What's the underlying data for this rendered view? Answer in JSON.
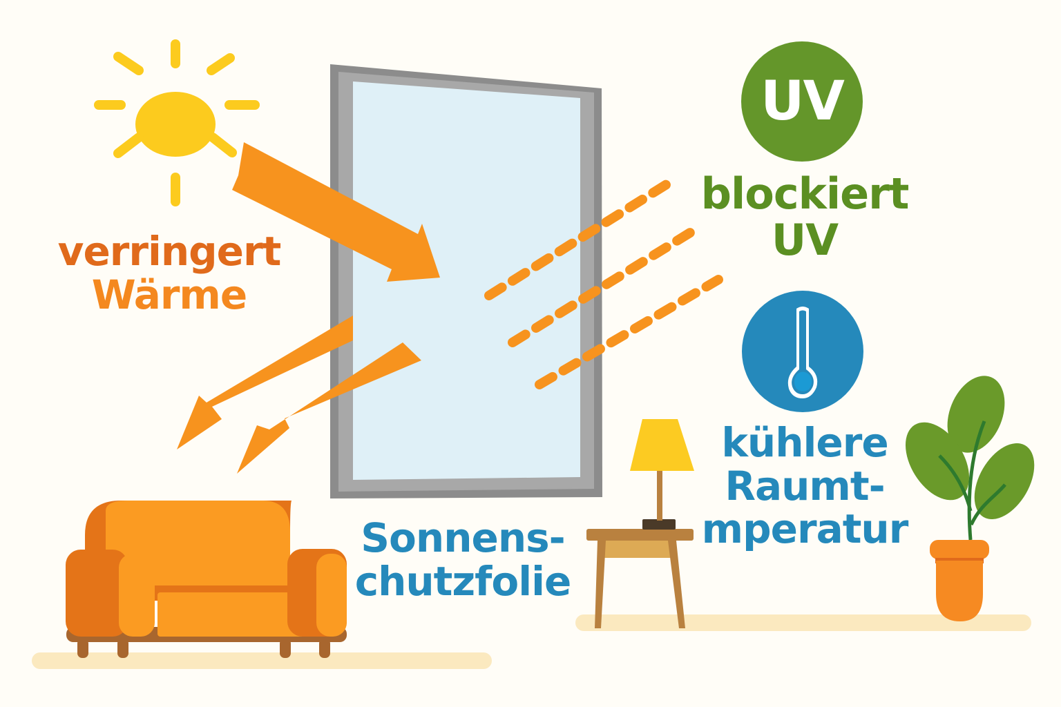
{
  "colors": {
    "background": "#fffdf7",
    "sun": "#fccb1e",
    "arrow_orange": "#f7931e",
    "heat_text_dark": "#e06a1b",
    "heat_text_light": "#f4881f",
    "uv_green": "#64962a",
    "uv_text_green": "#5b8f22",
    "info_blue": "#2589bb",
    "window_frame": "#8c8c8c",
    "window_frame_inner": "#a8a8a8",
    "glass": "#dff0f7",
    "sofa_main": "#fb9b22",
    "sofa_shadow": "#e47418",
    "wood": "#b9813f",
    "floor": "#fbe9bf",
    "lamp_shade": "#fccb22",
    "plant_leaf": "#6a9a2a",
    "pot": "#f68a22"
  },
  "labels": {
    "heat": {
      "line1": "verringert",
      "line2": "Wärme"
    },
    "uv": {
      "badge": "UV",
      "line1": "blockiert",
      "line2": "UV"
    },
    "cooling": {
      "line1": "kühlere",
      "line2": "Raumt-",
      "line3": "mperatur"
    },
    "film": {
      "line1": "Sonnens-",
      "line2": "chutzfolie"
    }
  },
  "icons": {
    "sun": "sun-icon",
    "uv_badge": "uv-badge-icon",
    "thermometer": "thermometer-icon",
    "window": "window-illustration",
    "sofa": "sofa-illustration",
    "lamp": "lamp-illustration",
    "side_table": "side-table-illustration",
    "plant": "potted-plant-illustration"
  }
}
